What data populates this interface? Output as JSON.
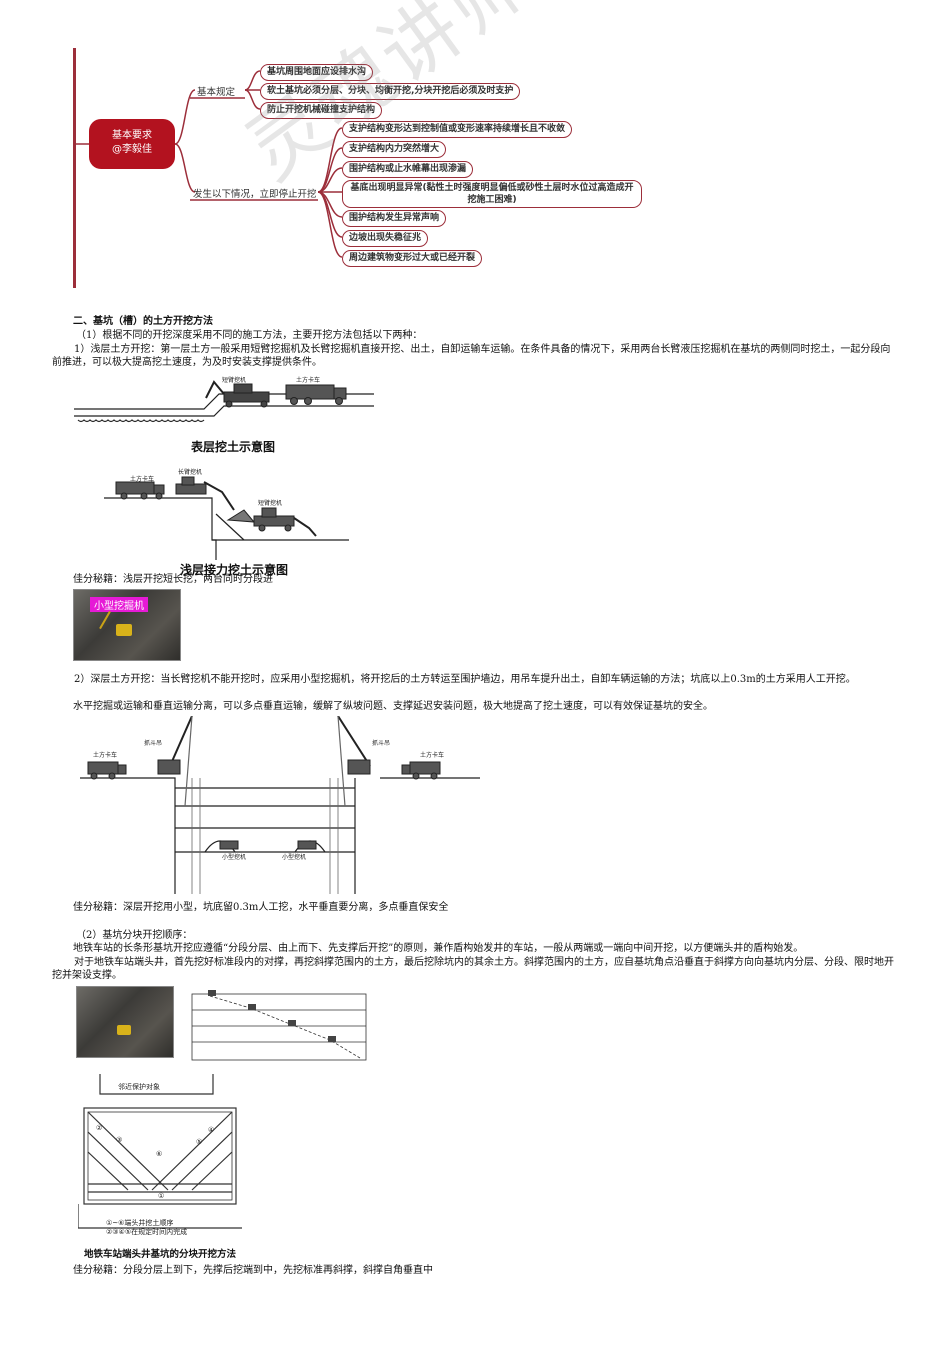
{
  "mindmap": {
    "root": "基本要求\n@李毅佳",
    "branches": [
      {
        "label": "基本规定",
        "items": [
          "基坑周围地面应设排水沟",
          "软土基坑必须分层、分块、均衡开挖,分块开挖后必须及时支护",
          "防止开挖机械碰撞支护结构"
        ]
      },
      {
        "label": "发生以下情况，立即停止开挖",
        "items": [
          "支护结构变形达到控制值或变形速率持续增长且不收敛",
          "支护结构内力突然增大",
          "围护结构或止水帷幕出现渗漏",
          "基底出现明显异常(黏性土时强度明显偏低或砂性土层时水位过高造成开挖施工困难)",
          "围护结构发生异常声响",
          "边坡出现失稳征兆",
          "周边建筑物变形过大或已经开裂"
        ]
      }
    ],
    "watermark": "灵魂讲师"
  },
  "section_title": "二、基坑（槽）的土方开挖方法",
  "p1": "（1）根据不同的开挖深度采用不同的施工方法，主要开挖方法包括以下两种：",
  "p2": "1）浅层土方开挖：第一层土方一般采用短臂挖掘机及长臂挖掘机直接开挖、出土，自卸运输车运输。在条件具备的情况下，采用两台长臂液压挖掘机在基坑的两侧同时挖土，一起分段向前推进，可以极大提高挖土速度，为及时安装支撑提供条件。",
  "fig1": {
    "caption": "表层挖土示意图",
    "label_a": "短臂挖机",
    "label_b": "土方卡车"
  },
  "fig2": {
    "caption": "浅层接力挖土示意图",
    "label_a": "土方卡车",
    "label_b": "长臂挖机",
    "label_c": "短臂挖机"
  },
  "tip1": "佳分秘籍：浅层开挖短长挖，两台同时分段进",
  "photo1_label": "小型挖掘机",
  "p3": "2）深层土方开挖：当长臂挖机不能开挖时，应采用小型挖掘机，将开挖后的土方转运至围护墙边，用吊车提升出土，自卸车辆运输的方法；坑底以上0.3m的土方采用人工开挖。",
  "p4": "水平挖掘或运输和垂直运输分离，可以多点垂直运输，缓解了纵坡问题、支撑延迟安装问题，极大地提高了挖土速度，可以有效保证基坑的安全。",
  "fig3": {
    "label_truck_l": "土方卡车",
    "label_crane_l": "抓斗吊",
    "label_crane_r": "抓斗吊",
    "label_truck_r": "土方卡车",
    "label_exc_l": "小型挖机",
    "label_exc_r": "小型挖机"
  },
  "tip2": "佳分秘籍：深层开挖用小型，坑底留0.3m人工挖，水平垂直要分离，多点垂直保安全",
  "p5": "（2）基坑分块开挖顺序：",
  "p6": "地铁车站的长条形基坑开挖应遵循“分段分层、由上而下、先支撑后开挖”的原则，兼作盾构始发井的车站，一般从两端或一端向中间开挖，以方便端头井的盾构始发。",
  "p7": "对于地铁车站端头井，首先挖好标准段内的对撑，再挖斜撑范围内的土方，最后挖除坑内的其余土方。斜撑范围内的土方，应自基坑角点沿垂直于斜撑方向向基坑内分层、分段、限时地开挖并架设支撑。",
  "fig4": {
    "top_label": "邻近保护对象",
    "legend1": "①~⑥端头井挖土顺序",
    "legend2": "②③④⑤在规定时间内完成",
    "caption": "地铁车站端头井基坑的分块开挖方法",
    "nums": [
      "①",
      "②",
      "③",
      "④",
      "⑤",
      "⑥"
    ]
  },
  "tip3": "佳分秘籍：分段分层上到下，先撑后挖端到中，先挖标准再斜撑，斜撑自角垂直中",
  "colors": {
    "accent": "#b3121f",
    "node_border": "#9c2e3a",
    "photo_label": "#e61ad6"
  }
}
